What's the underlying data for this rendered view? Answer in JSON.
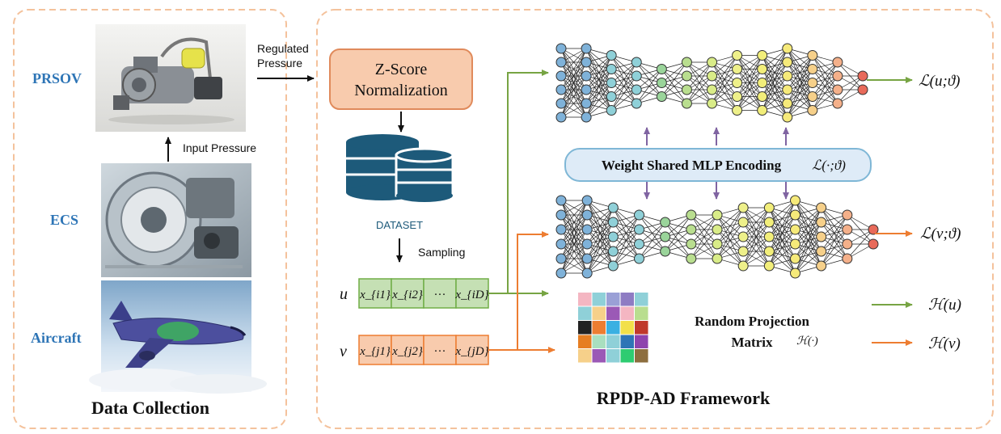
{
  "data_collection": {
    "title": "Data Collection",
    "items": [
      {
        "label": "PRSOV"
      },
      {
        "label": "ECS"
      },
      {
        "label": "Aircraft"
      }
    ],
    "input_pressure": "Input Pressure",
    "regulated_pressure_line1": "Regulated",
    "regulated_pressure_line2": "Pressure"
  },
  "framework": {
    "title": "RPDP-AD Framework",
    "normalization_line1": "Z-Score",
    "normalization_line2": "Normalization",
    "dataset_label": "DATASET",
    "sampling_label": "Sampling",
    "u_label": "u",
    "v_label": "v",
    "u_cells": [
      "x_{i1}",
      "x_{i2}",
      "···",
      "x_{iD}"
    ],
    "v_cells": [
      "x_{j1}",
      "x_{j2}",
      "···",
      "x_{jD}"
    ],
    "mlp_label": "Weight Shared MLP Encoding",
    "mlp_loss": "ℒ(·;ϑ)",
    "loss_u": "ℒ(u;ϑ)",
    "loss_v": "ℒ(v;ϑ)",
    "rp_line1": "Random Projection",
    "rp_line2": "Matrix",
    "rp_symbol": "ℋ(·)",
    "h_u": "ℋ(u)",
    "h_v": "ℋ(v)"
  },
  "colors": {
    "dashed_border": "#f4c29c",
    "label_blue": "#2e75b6",
    "green_arrow": "#77a443",
    "orange_arrow": "#ed7d31",
    "purple_arrow": "#8064a2",
    "norm_fill": "#f8cbad",
    "norm_stroke": "#e08a5b",
    "green_cell": "#c5e0b4",
    "green_cell_stroke": "#70ad47",
    "orange_cell": "#f8cbad",
    "orange_cell_stroke": "#ed7d31",
    "mlp_fill": "#deebf7",
    "mlp_stroke": "#7fb7d6",
    "db_color": "#1d5a7a"
  },
  "icons": [
    "prsov-valve-photo",
    "ecs-photo",
    "aircraft-photo",
    "database-icon"
  ]
}
